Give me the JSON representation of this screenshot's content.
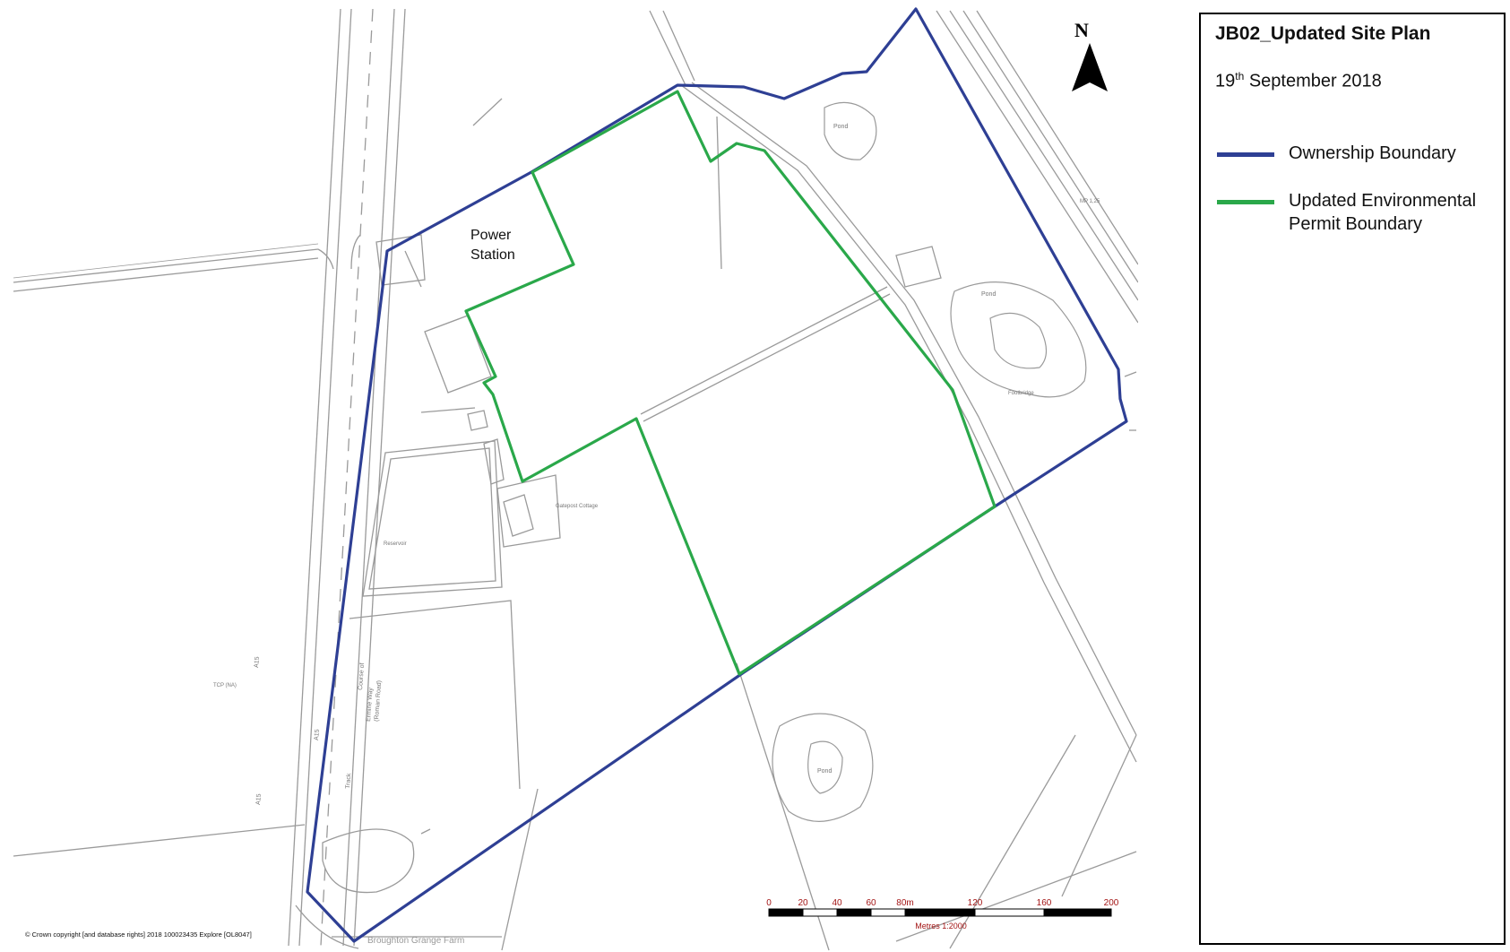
{
  "colors": {
    "ownership_boundary": "#2e3f94",
    "permit_boundary": "#2aa84a",
    "basemap_line": "#9a9a9a",
    "scale_text": "#a31515"
  },
  "legend": {
    "title": "JB02_Updated Site Plan",
    "date_day": "19",
    "date_suffix": "th",
    "date_rest": " September 2018",
    "items": [
      {
        "label": "Ownership Boundary",
        "color": "#2e3f94"
      },
      {
        "label": "Updated Environmental Permit Boundary",
        "color": "#2aa84a"
      }
    ]
  },
  "map": {
    "north_label": "N",
    "site_label_line1": "Power",
    "site_label_line2": "Station",
    "place_labels": {
      "pond_north": "Pond",
      "pond_east": "Pond",
      "pond_south": "Pond",
      "footbridge": "Footbridge",
      "cottage": "Gatepost Cottage",
      "reservoir": "Reservoir",
      "farm": "Broughton Grange Farm",
      "road_east": "MP 1,25",
      "spot_height": "TCP (NA)",
      "track": "Track",
      "road_1": "A15",
      "road_2": "A15",
      "road_3": "A15",
      "road_4": "Ermine Way",
      "road_5": "(Roman Road)",
      "road_6": "Course of"
    },
    "copyright": "© Crown copyright [and database rights]  2018    100023435  Explore   [OL8047]",
    "scale": {
      "tick_labels": [
        "0",
        "20",
        "40",
        "60",
        "80m",
        "120",
        "160",
        "200"
      ],
      "caption": "Metres 1:2000"
    }
  }
}
